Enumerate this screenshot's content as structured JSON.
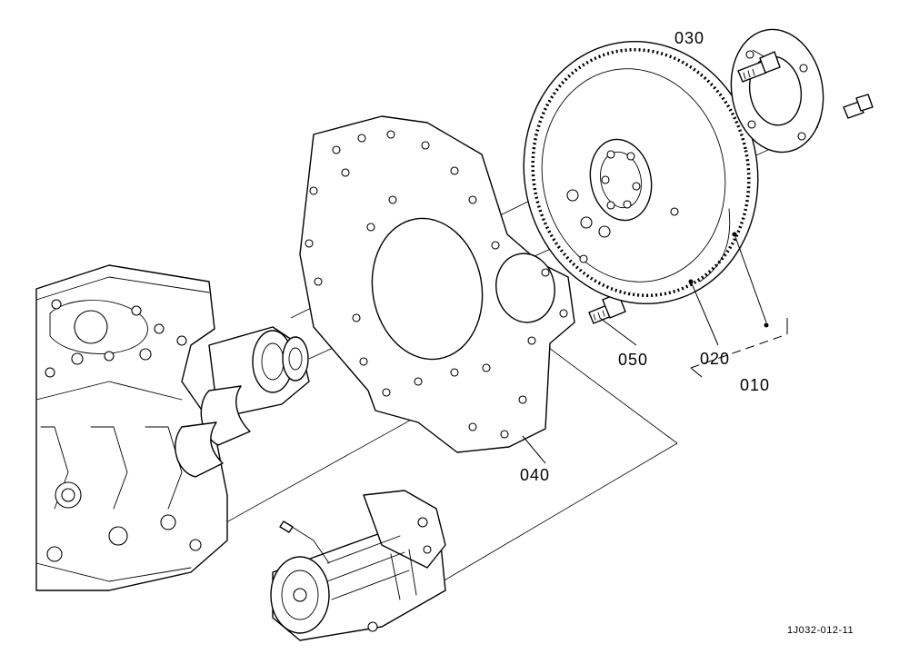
{
  "callouts": {
    "c010": "010",
    "c020": "020",
    "c030": "030",
    "c040": "040",
    "c050": "050"
  },
  "doc_id": "1J032-012-11"
}
